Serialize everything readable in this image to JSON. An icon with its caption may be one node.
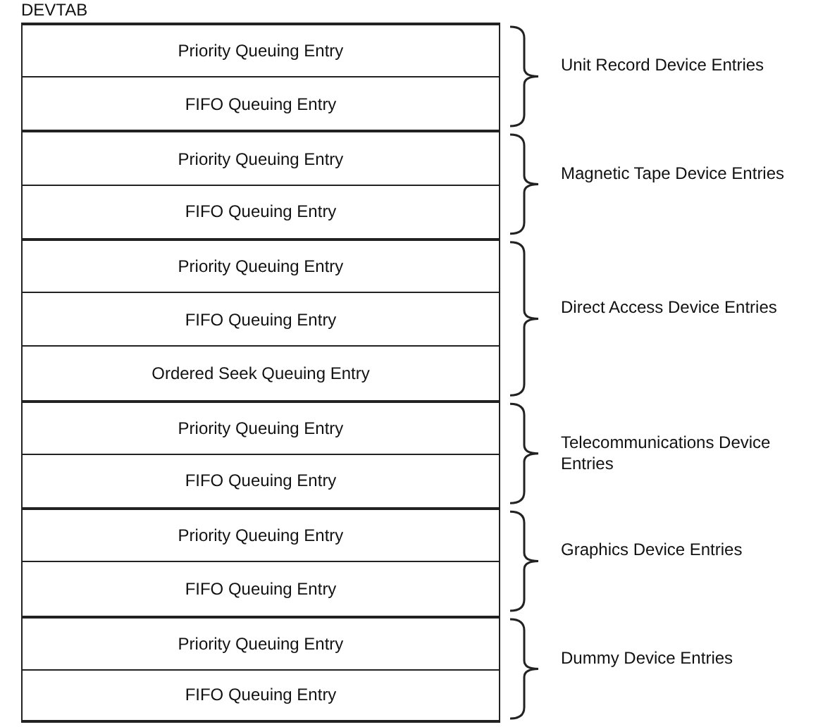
{
  "diagram": {
    "title": "DEVTAB",
    "nodes": [
      {
        "text": [
          "Priority Queuing Entry"
        ]
      },
      {
        "text": [
          "FIFO Queuing Entry"
        ]
      },
      {
        "text": [
          "Priority Queuing Entry"
        ]
      },
      {
        "text": [
          "FIFO Queuing Entry"
        ]
      },
      {
        "text": [
          "Priority Queuing Entry"
        ]
      },
      {
        "text": [
          "FIFO Queuing Entry"
        ]
      },
      {
        "text": [
          "Ordered Seek Queuing Entry"
        ]
      },
      {
        "text": [
          "Priority Queuing Entry"
        ]
      },
      {
        "text": [
          "FIFO Queuing Entry"
        ]
      },
      {
        "text": [
          "Priority Queuing Entry"
        ]
      },
      {
        "text": [
          "FIFO Queuing Entry"
        ]
      },
      {
        "text": [
          "Priority Queuing Entry"
        ]
      },
      {
        "text": [
          "FIFO Queuing Entry"
        ]
      }
    ],
    "labels": [
      "Unit Record Device Entries",
      "Magnetic Tape Device Entries",
      "Direct Access Device Entries",
      "Telecommunications Device Entries",
      "Graphics Device Entries",
      "Dummy Device Entries"
    ]
  }
}
